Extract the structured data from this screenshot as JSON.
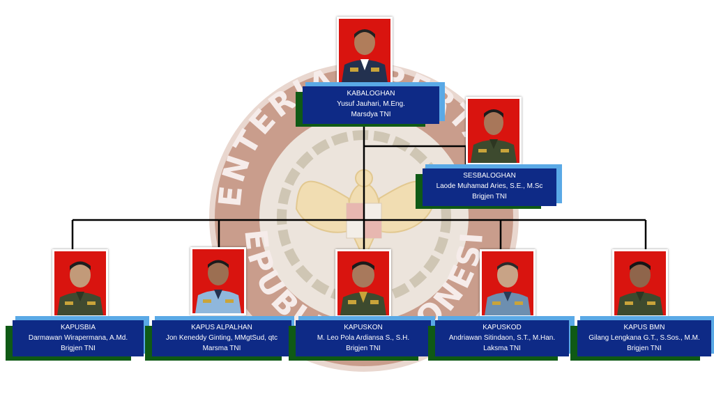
{
  "background": {
    "emblem_top_text": "KEMENTERIAN PERTAHANAN",
    "emblem_bottom_text": "REPUBLIK INDONESIA"
  },
  "colors": {
    "card_fill": "#0e2a86",
    "card_shadow_green": "#0f5a15",
    "card_shadow_blue": "#5aa9e6",
    "photo_background": "#d9140f",
    "connector": "#000000"
  },
  "head": {
    "title": "KABALOGHAN",
    "name": "Yusuf Jauhari, M.Eng.",
    "rank": "Marsdya TNI"
  },
  "secretary": {
    "title": "SESBALOGHAN",
    "name": "Laode Muhamad Aries, S.E., M.Sc",
    "rank": "Brigjen TNI"
  },
  "units": [
    {
      "title": "KAPUSBIA",
      "name": "Darmawan Wirapermana, A.Md.",
      "rank": "Brigjen TNI"
    },
    {
      "title": "KAPUS ALPALHAN",
      "name": "Jon Keneddy Ginting, MMgtSud, qtc",
      "rank": "Marsma TNI"
    },
    {
      "title": "KAPUSKON",
      "name": "M. Leo Pola Ardiansa S., S.H.",
      "rank": "Brigjen TNI"
    },
    {
      "title": "KAPUSKOD",
      "name": "Andriawan Sitindaon, S.T., M.Han.",
      "rank": "Laksma TNI"
    },
    {
      "title": "KAPUS BMN",
      "name": "Gilang Lengkana G.T., S.Sos., M.M.",
      "rank": "Brigjen TNI"
    }
  ]
}
